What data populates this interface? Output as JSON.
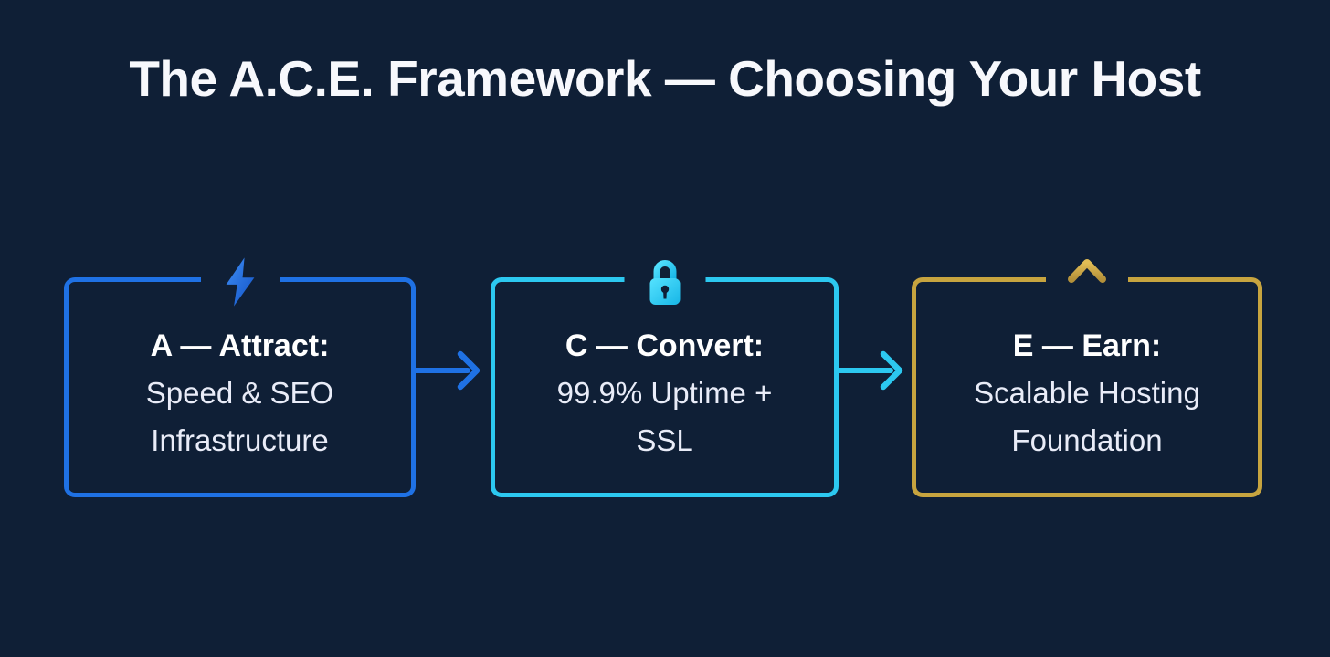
{
  "title": "The A.C.E. Framework — Choosing Your Host",
  "colors": {
    "background": "#0f1f36",
    "title_text": "#f7f8fc",
    "body_text": "#e9ecf8",
    "attract_accent": "#1f71e4",
    "convert_accent": "#2cc8f0",
    "earn_accent": "#c7a43f"
  },
  "boxes": [
    {
      "id": "attract",
      "icon": "lightning-bolt-icon",
      "accent": "#1f71e4",
      "heading": "A — Attract:",
      "line1": "Speed & SEO",
      "line2": "Infrastructure"
    },
    {
      "id": "convert",
      "icon": "lock-icon",
      "accent": "#2cc8f0",
      "heading": "C — Convert:",
      "line1": "99.9% Uptime +",
      "line2": "SSL"
    },
    {
      "id": "earn",
      "icon": "up-arrow-icon",
      "accent": "#c7a43f",
      "heading": "E — Earn:",
      "line1": "Scalable Hosting",
      "line2": "Foundation"
    }
  ],
  "connectors": [
    {
      "from": "attract",
      "to": "convert",
      "direction": "right",
      "color": "#1f71e4"
    },
    {
      "from": "convert",
      "to": "earn",
      "direction": "right",
      "color": "#2cc8f0"
    }
  ]
}
